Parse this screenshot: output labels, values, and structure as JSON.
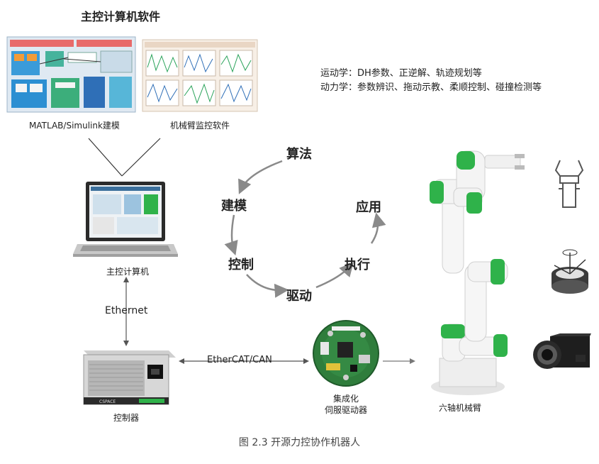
{
  "header": {
    "title": "主控计算机软件"
  },
  "screens": {
    "matlab_label": "MATLAB/Simulink建模",
    "monitor_label": "机械臂监控软件"
  },
  "notes": {
    "kinematics": "运动学：DH参数、正逆解、轨迹规划等",
    "dynamics": "动力学：参数辨识、拖动示教、柔顺控制、碰撞检测等"
  },
  "cycle": {
    "algorithm": "算法",
    "modeling": "建模",
    "control": "控制",
    "drive": "驱动",
    "execute": "执行",
    "application": "应用"
  },
  "hardware": {
    "computer_label": "主控计算机",
    "ethernet_label": "Ethernet",
    "controller_label": "控制器",
    "bus_label": "EtherCAT/CAN",
    "driver_label_line1": "集成化",
    "driver_label_line2": "伺服驱动器",
    "arm_label": "六轴机械臂",
    "chassis_brand": "CSPACE"
  },
  "figure_caption": "图 2.3 开源力控协作机器人",
  "colors": {
    "accent_green": "#2fb24a",
    "arrow_gray": "#8a8a8a",
    "arm_white": "#f2f2f2"
  }
}
